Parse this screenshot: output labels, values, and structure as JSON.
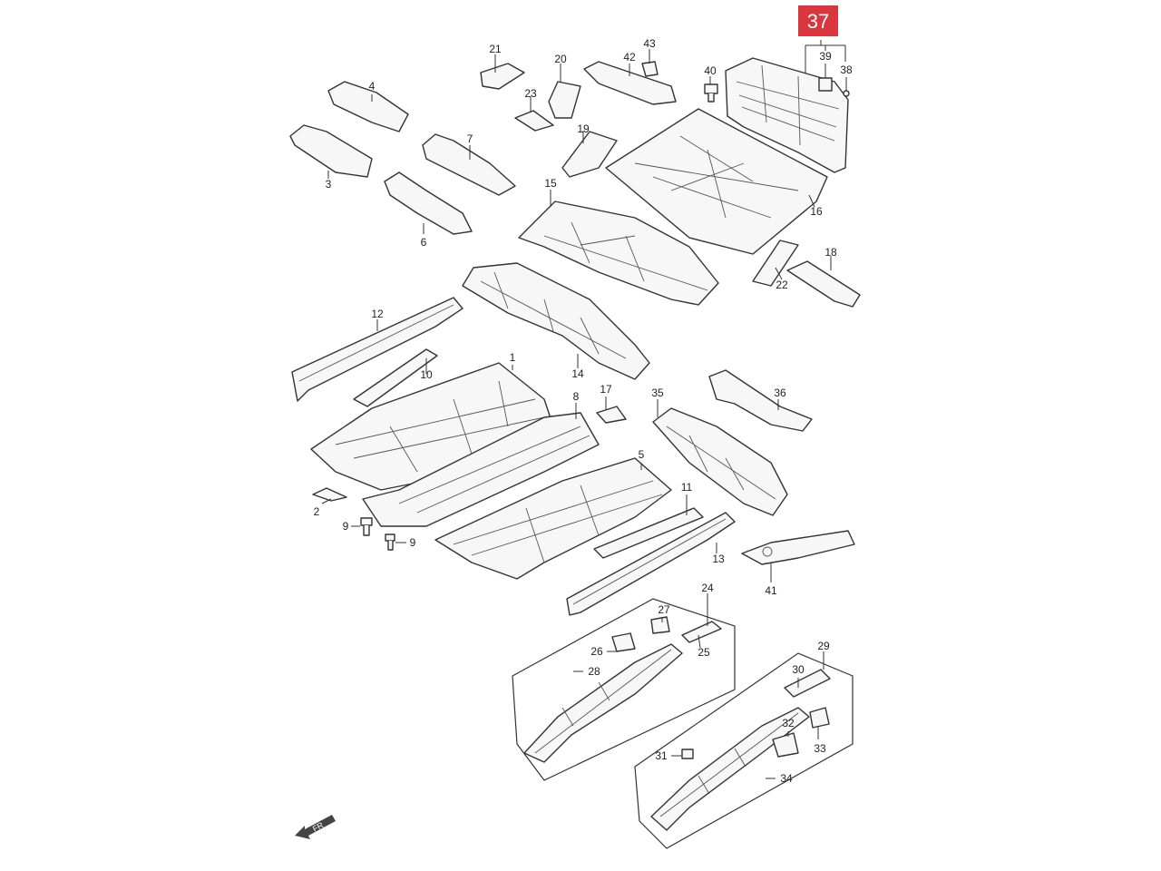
{
  "highlight": {
    "label": "37",
    "color": "#d9363e"
  },
  "front_marker": {
    "text": "FR"
  },
  "callouts": [
    {
      "id": "1",
      "label": "1"
    },
    {
      "id": "2",
      "label": "2"
    },
    {
      "id": "3",
      "label": "3"
    },
    {
      "id": "4",
      "label": "4"
    },
    {
      "id": "5",
      "label": "5"
    },
    {
      "id": "6",
      "label": "6"
    },
    {
      "id": "7",
      "label": "7"
    },
    {
      "id": "8",
      "label": "8"
    },
    {
      "id": "9a",
      "label": "9"
    },
    {
      "id": "9b",
      "label": "9"
    },
    {
      "id": "10",
      "label": "10"
    },
    {
      "id": "11",
      "label": "11"
    },
    {
      "id": "12",
      "label": "12"
    },
    {
      "id": "13",
      "label": "13"
    },
    {
      "id": "14",
      "label": "14"
    },
    {
      "id": "15",
      "label": "15"
    },
    {
      "id": "16",
      "label": "16"
    },
    {
      "id": "17",
      "label": "17"
    },
    {
      "id": "18",
      "label": "18"
    },
    {
      "id": "19",
      "label": "19"
    },
    {
      "id": "20",
      "label": "20"
    },
    {
      "id": "21",
      "label": "21"
    },
    {
      "id": "22",
      "label": "22"
    },
    {
      "id": "23",
      "label": "23"
    },
    {
      "id": "24",
      "label": "24"
    },
    {
      "id": "25",
      "label": "25"
    },
    {
      "id": "26",
      "label": "26"
    },
    {
      "id": "27",
      "label": "27"
    },
    {
      "id": "28",
      "label": "28"
    },
    {
      "id": "29",
      "label": "29"
    },
    {
      "id": "30",
      "label": "30"
    },
    {
      "id": "31",
      "label": "31"
    },
    {
      "id": "32",
      "label": "32"
    },
    {
      "id": "33",
      "label": "33"
    },
    {
      "id": "34",
      "label": "34"
    },
    {
      "id": "35",
      "label": "35"
    },
    {
      "id": "36",
      "label": "36"
    },
    {
      "id": "38",
      "label": "38"
    },
    {
      "id": "39",
      "label": "39"
    },
    {
      "id": "40",
      "label": "40"
    },
    {
      "id": "41",
      "label": "41"
    },
    {
      "id": "42",
      "label": "42"
    },
    {
      "id": "43",
      "label": "43"
    }
  ]
}
